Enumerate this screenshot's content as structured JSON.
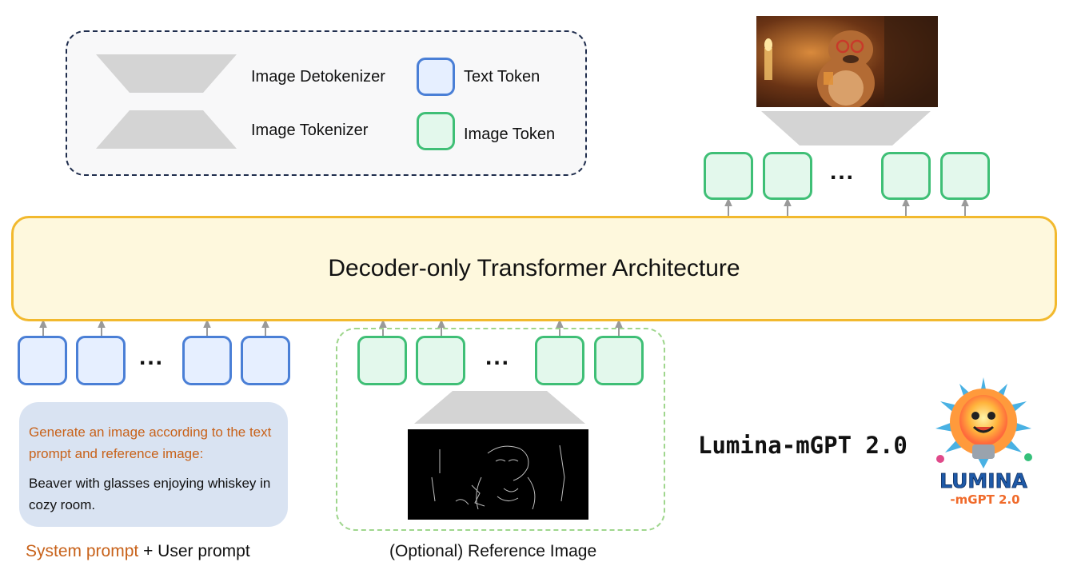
{
  "legend": {
    "detokenizer_label": "Image Detokenizer",
    "tokenizer_label": "Image Tokenizer",
    "text_token_label": "Text Token",
    "image_token_label": "Image Token"
  },
  "decoder": {
    "label": "Decoder-only Transformer Architecture"
  },
  "ellipsis": "...",
  "prompt": {
    "system_text": "Generate an image according to the text prompt and reference image:",
    "user_text": "Beaver with glasses enjoying whiskey in cozy room."
  },
  "captions": {
    "system_prompt": "System prompt",
    "plus_user_prompt": "+ User prompt",
    "reference_image": "(Optional) Reference Image"
  },
  "brand": {
    "title": "Lumina-mGPT 2.0",
    "logo_word": "LUMINA",
    "logo_sub": "-mGPT 2.0"
  },
  "colors": {
    "text_token_border": "#4a7fd6",
    "image_token_border": "#3fbf76",
    "decoder_border": "#f2b92e",
    "decoder_fill": "#fef8dd",
    "system_prompt_orange": "#c8621a",
    "legend_border": "#1f2d4d",
    "reference_box_border": "#9fd68d"
  }
}
